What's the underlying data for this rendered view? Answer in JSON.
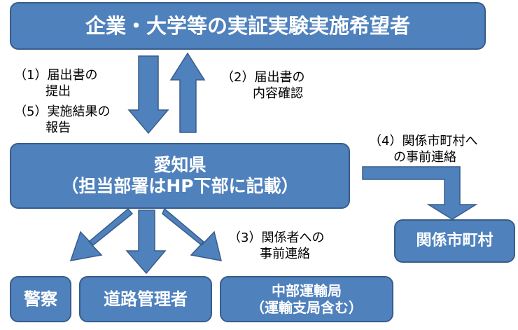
{
  "colors": {
    "box_fill": "#4f81bd",
    "box_border": "#385d8a",
    "arrow_fill": "#4f81bd",
    "box_text": "#ffffff",
    "note_text": "#000000"
  },
  "boxes": {
    "applicant": "企業・大学等の実証実験実施希望者",
    "prefecture": {
      "line1": "愛知県",
      "line2": "（担当部署はHP下部に記載）"
    },
    "police": "警察",
    "road_manager": "道路管理者",
    "transport_bureau": {
      "line1": "中部運輸局",
      "line2": "（運輸支局含む）"
    },
    "municipalities": "関係市町村"
  },
  "notes": {
    "step1": {
      "line1": "（1）届出書の",
      "line2": "提出"
    },
    "step2": {
      "line1": "（2）届出書の",
      "line2": "内容確認"
    },
    "step3": {
      "line1": "（3）関係者への",
      "line2": "事前連絡"
    },
    "step4": {
      "line1": "（4）関係市町村へ",
      "line2": "の事前連絡"
    },
    "step5": {
      "line1": "（5）実施結果の",
      "line2": "報告"
    }
  },
  "icons": {
    "arrows": [
      "down-arrow-icon",
      "up-arrow-icon",
      "down-left-arrow-icon",
      "down-arrow-icon",
      "down-right-arrow-icon",
      "elbow-arrow-icon"
    ]
  }
}
